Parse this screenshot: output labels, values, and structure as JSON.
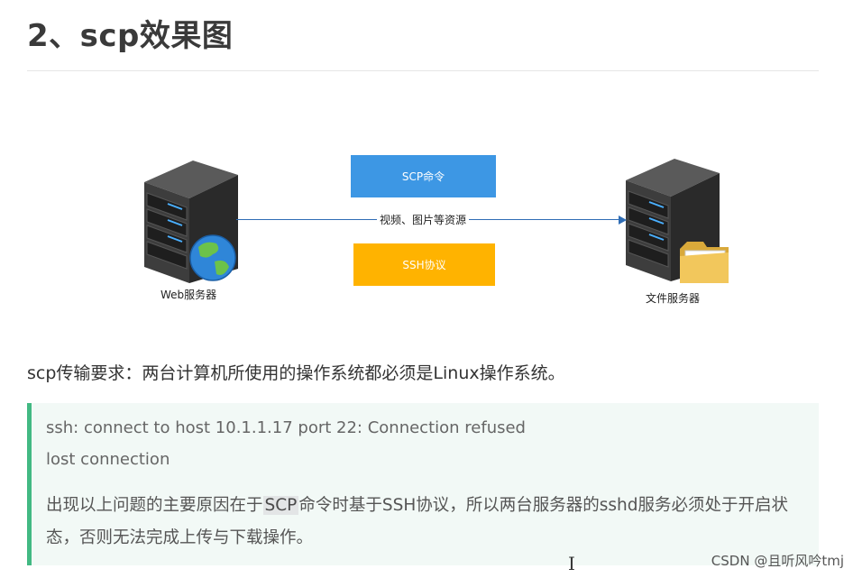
{
  "heading": "2、scp效果图",
  "diagram": {
    "scp_box": "SCP命令",
    "ssh_box": "SSH协议",
    "arrow_label": "视频、图片等资源",
    "web_server": "Web服务器",
    "file_server": "文件服务器",
    "colors": {
      "scp_box": "#3d97e4",
      "ssh_box": "#ffb300",
      "arrow": "#2f6db5"
    }
  },
  "paragraph": "scp传输要求：两台计算机所使用的操作系统都必须是Linux操作系统。",
  "quote": {
    "line1": "ssh: connect to host 10.1.1.17 port 22: Connection refused",
    "line2": "lost connection",
    "line3_pre": "出现以上问题的主要原因在于",
    "line3_code": "SCP",
    "line3_post": "命令时基于SSH协议，所以两台服务器的sshd服务必须处于开启状态，否则无法完成上传与下载操作。",
    "border_color": "#42b983",
    "bg_color": "#f2f9f6"
  },
  "watermark": "CSDN @且听风吟tmj",
  "cursor_glyph": "I"
}
